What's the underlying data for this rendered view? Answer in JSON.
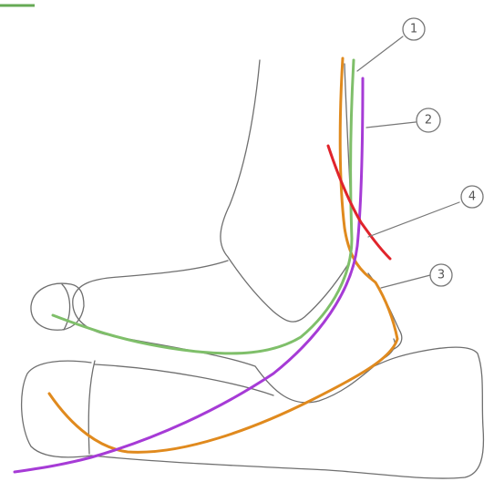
{
  "labels": {
    "l1": "1",
    "l2": "2",
    "l3": "3",
    "l4": "4"
  },
  "colors": {
    "outline": "#6f6f6f",
    "orange": "#e08a1e",
    "green": "#7fbf6a",
    "purple": "#a63bd6",
    "red": "#e0242b",
    "label": "#555555"
  }
}
